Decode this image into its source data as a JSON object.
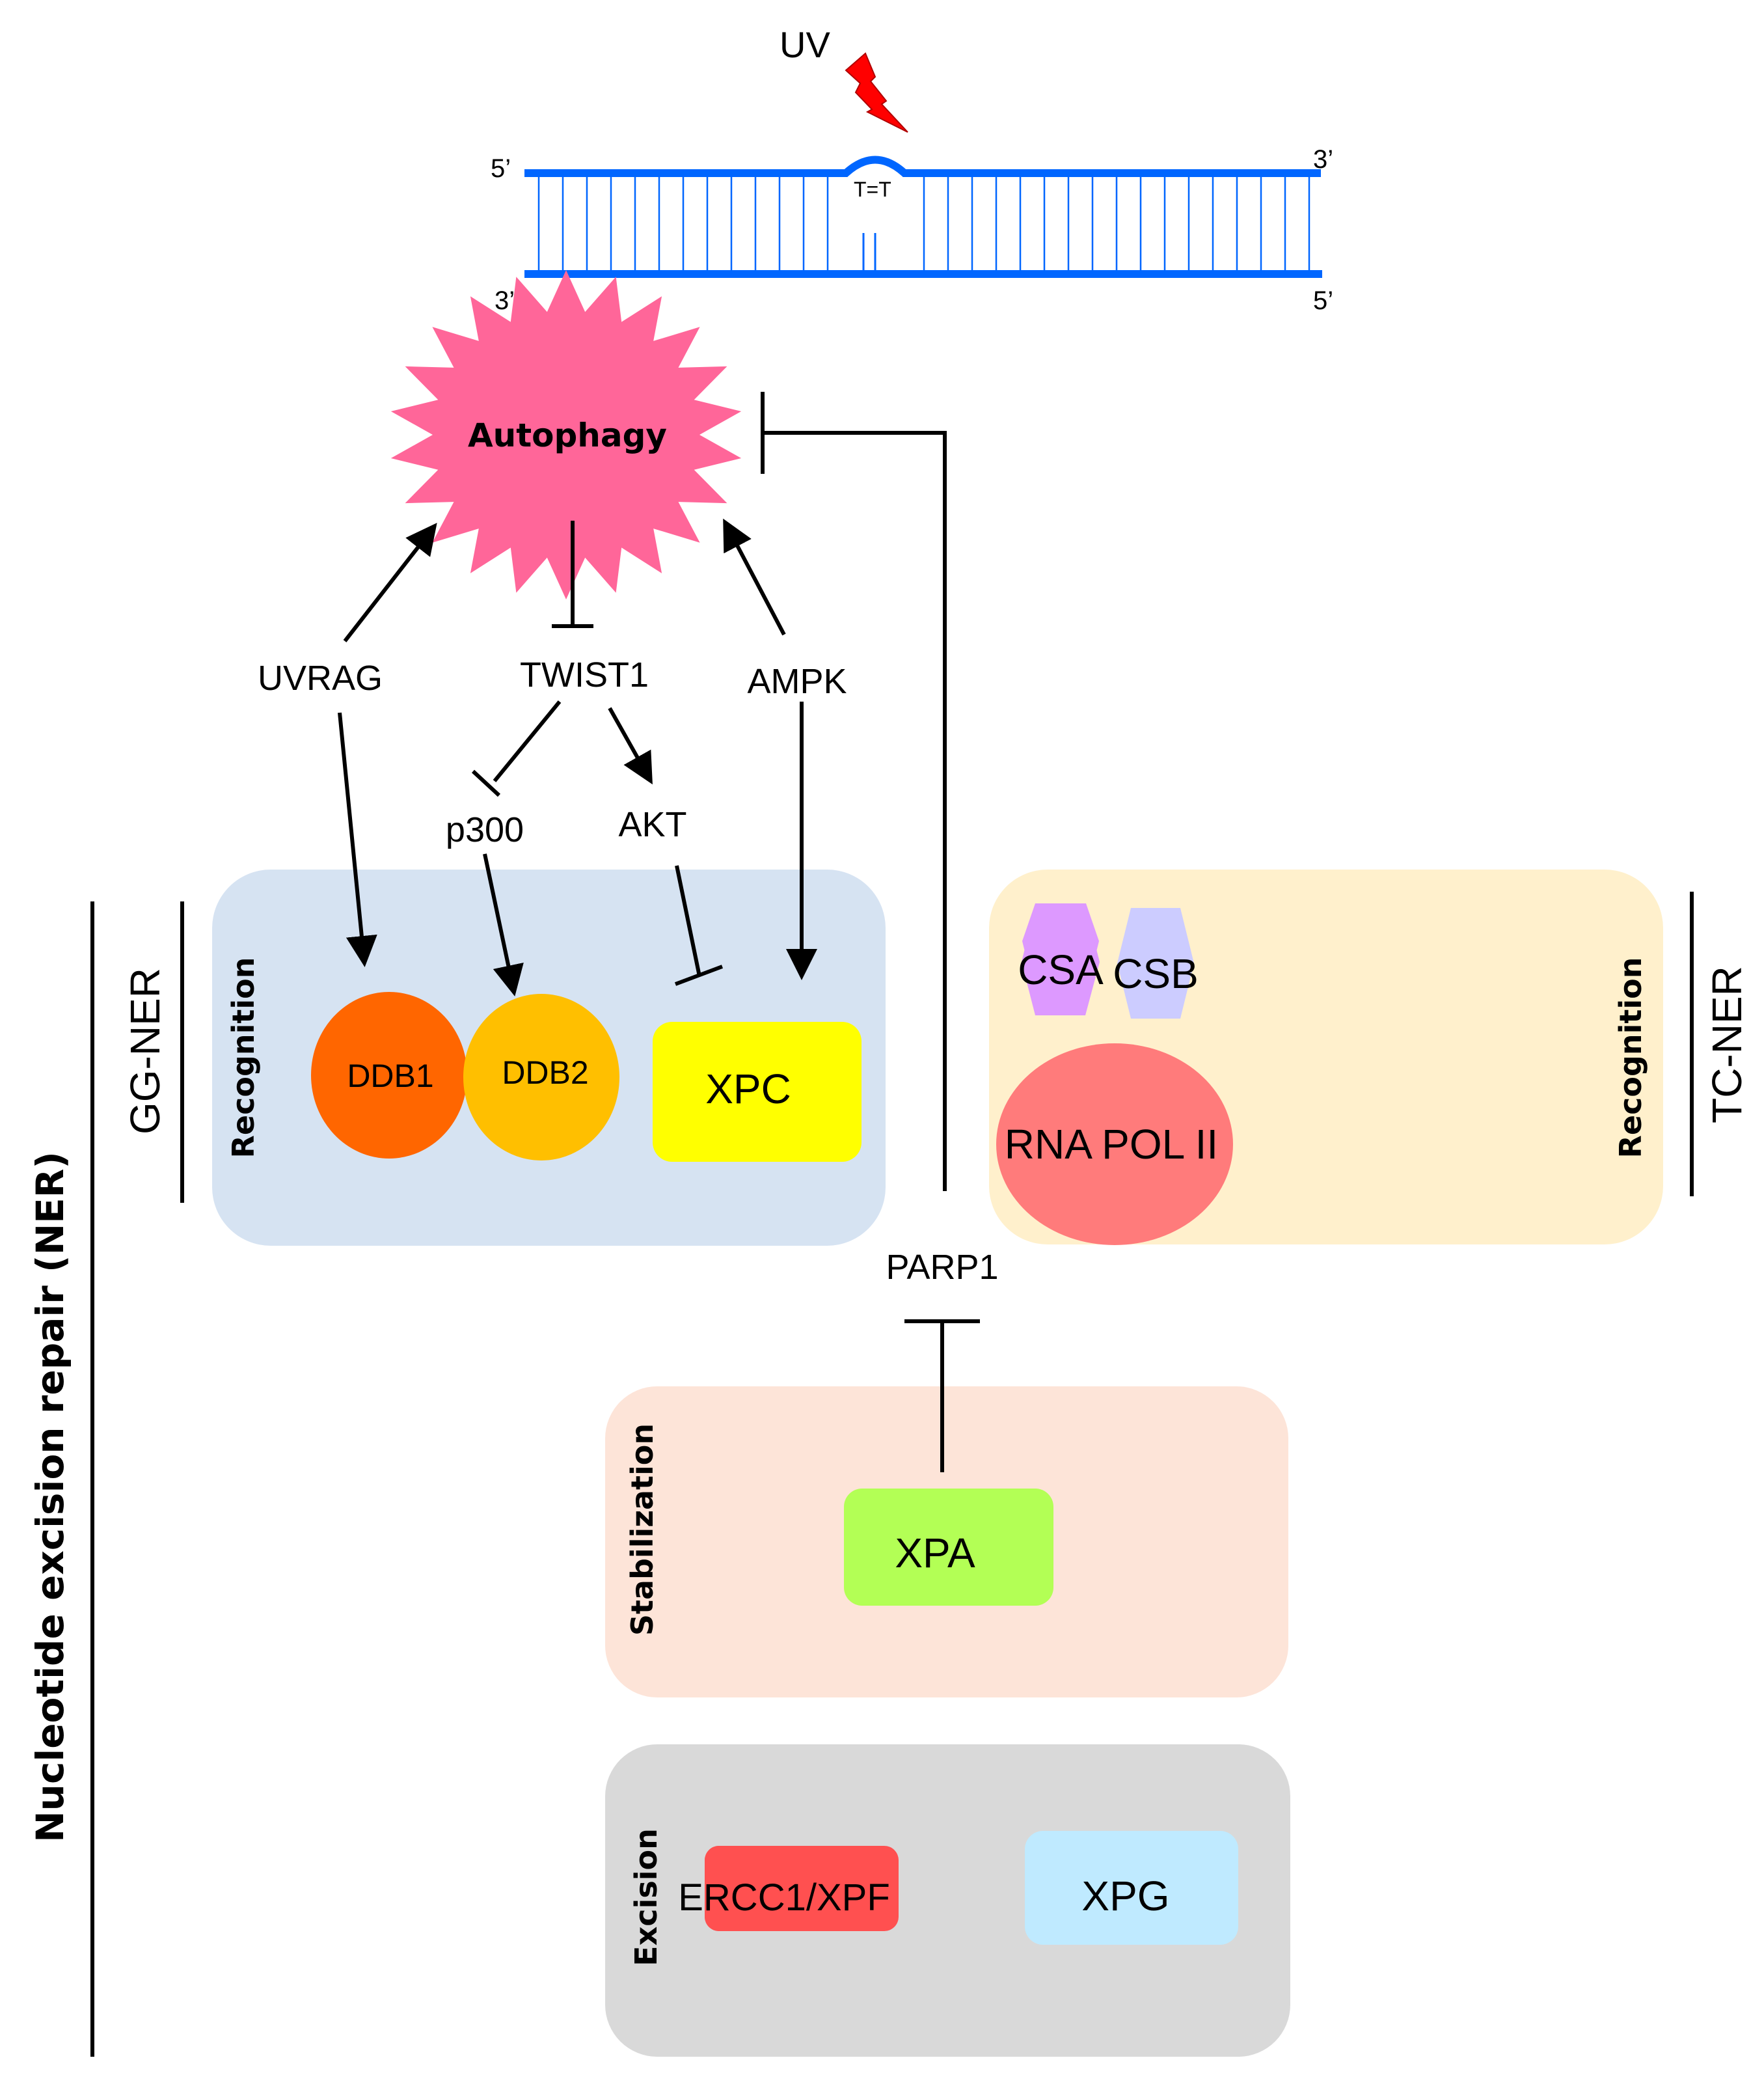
{
  "figure": {
    "uv_label": "UV",
    "dna": {
      "top_left": "5’",
      "top_right": "3’",
      "bottom_left": "3’",
      "bottom_right": "5’",
      "lesion_label": "T=T"
    },
    "autophagy_label": "Autophagy",
    "regulators": {
      "uvrag": "UVRAG",
      "twist1": "TWIST1",
      "ampk": "AMPK",
      "p300": "p300",
      "akt": "AKT",
      "parp1": "PARP1"
    },
    "side_labels": {
      "ner": "Nucleotide excision repair (NER)",
      "gg_ner": "GG-NER",
      "tc_ner": "TC-NER"
    },
    "panels": {
      "gg_recognition": {
        "title": "Recognition",
        "color": "#d6e3f2",
        "proteins": [
          {
            "name": "DDB1",
            "color": "#ff6600"
          },
          {
            "name": "DDB2",
            "color": "#ffbf00"
          },
          {
            "name": "XPC",
            "color": "#ffff00"
          }
        ]
      },
      "tc_recognition": {
        "title": "Recognition",
        "color": "#fff0cc",
        "proteins": [
          {
            "name": "CSA",
            "color": "#dd99ff"
          },
          {
            "name": "CSB",
            "color": "#ccccff"
          },
          {
            "name": "RNA POL II",
            "color": "#ff7b7b"
          }
        ]
      },
      "stabilization": {
        "title": "Stabilization",
        "color": "#fde4d8",
        "proteins": [
          {
            "name": "XPA",
            "color": "#b3ff55"
          }
        ]
      },
      "excision": {
        "title": "Excision",
        "color": "#d9d9d9",
        "proteins": [
          {
            "name": "ERCC1/XPF",
            "color": "#ff5050"
          },
          {
            "name": "XPG",
            "color": "#bfeaff"
          }
        ]
      }
    },
    "colors": {
      "dna": "#0066ff",
      "uv_bolt": "#ff0000",
      "autophagy": "#ff6699"
    }
  }
}
